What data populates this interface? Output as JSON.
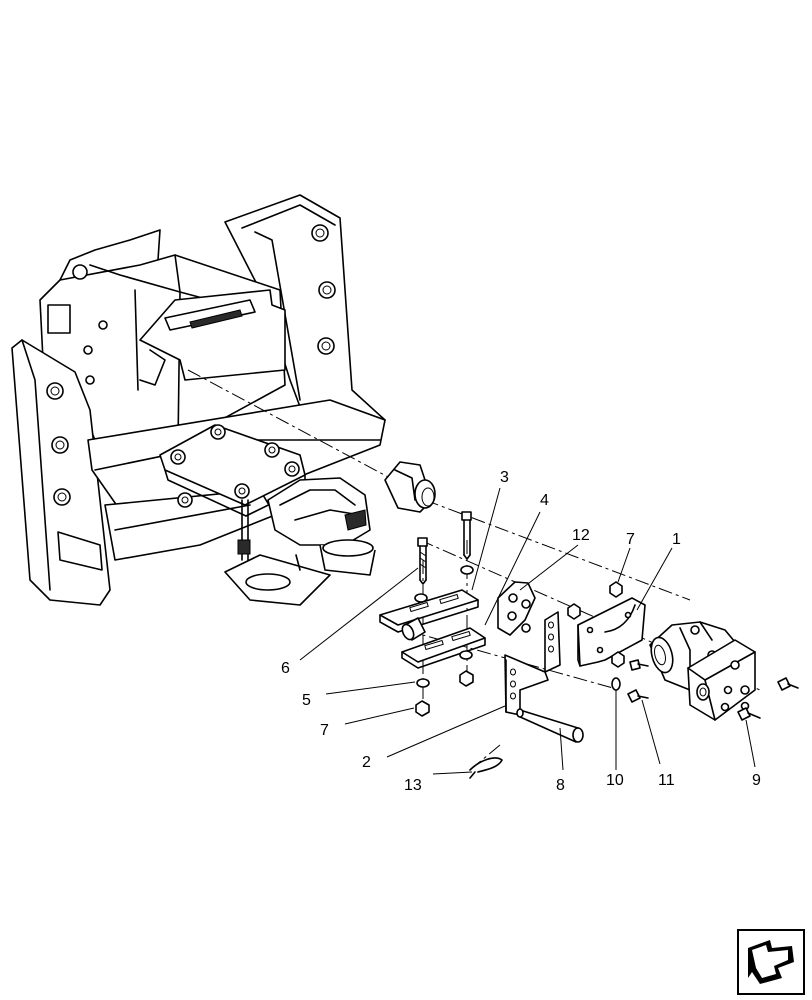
{
  "callouts": [
    {
      "id": "part-1",
      "label": "1"
    },
    {
      "id": "part-2",
      "label": "2"
    },
    {
      "id": "part-3",
      "label": "3"
    },
    {
      "id": "part-4",
      "label": "4"
    },
    {
      "id": "part-5",
      "label": "5"
    },
    {
      "id": "part-6",
      "label": "6"
    },
    {
      "id": "part-7a",
      "label": "7"
    },
    {
      "id": "part-7b",
      "label": "7"
    },
    {
      "id": "part-8",
      "label": "8"
    },
    {
      "id": "part-9",
      "label": "9"
    },
    {
      "id": "part-10",
      "label": "10"
    },
    {
      "id": "part-11",
      "label": "11"
    },
    {
      "id": "part-12",
      "label": "12"
    },
    {
      "id": "part-13",
      "label": "13"
    }
  ],
  "icons": {
    "nav_arrow": "navigation-arrow-icon"
  }
}
